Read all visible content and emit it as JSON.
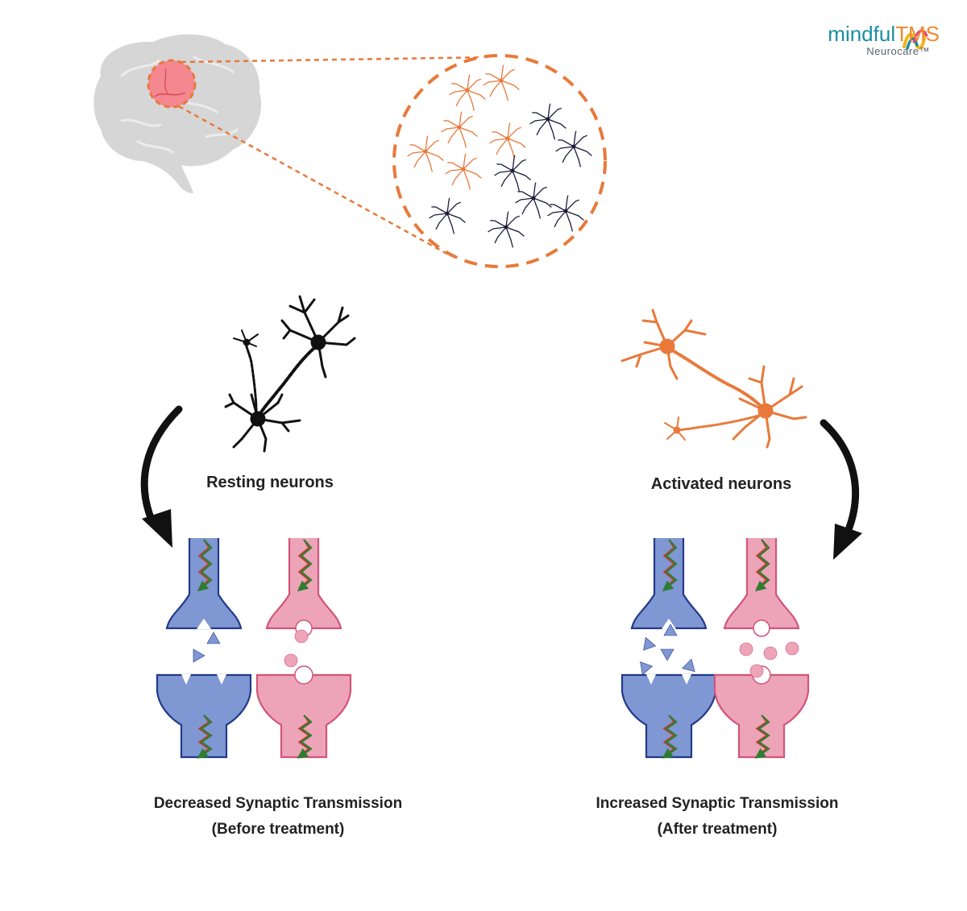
{
  "brand": {
    "name_part1": "mindful",
    "name_part2": "TMS",
    "sub": "Neurocare™",
    "colors": {
      "teal": "#1b8ea0",
      "orange": "#f08a2e"
    }
  },
  "labels": {
    "resting": "Resting neurons",
    "activated": "Activated neurons",
    "left_caption_line1": "Decreased Synaptic Transmission",
    "left_caption_line2": "(Before treatment)",
    "right_caption_line1": "Increased Synaptic Transmission",
    "right_caption_line2": "(After treatment)"
  },
  "colors": {
    "brain": "#d6d6d6",
    "highlight": "#f4878f",
    "accent_orange": "#e8793a",
    "resting_neuron": "#111111",
    "dark_neuron": "#1c1c3c",
    "blue_synapse": "#7f97d2",
    "blue_outline": "#233a8a",
    "pink_synapse": "#eda4b8",
    "pink_outline": "#d2547c",
    "signal_green": "#2f7d32",
    "signal_red": "#c0392b"
  },
  "icons": {
    "brain": "brain-icon",
    "arrow": "curved-arrow-icon",
    "logo": "mindful-tms-logo-icon"
  }
}
